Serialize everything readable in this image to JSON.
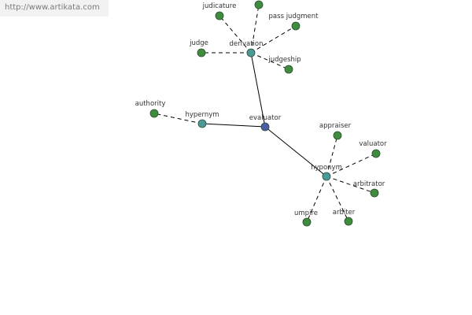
{
  "header": {
    "url": "http://www.artikata.com"
  },
  "colors": {
    "center_node": "#4a5fa8",
    "hub_node": "#4a9a9a",
    "leaf_node": "#3e8c3e",
    "edge": "#000000"
  },
  "graph": {
    "nodes": [
      {
        "id": "evaluator",
        "label": "evaluator",
        "kind": "center"
      },
      {
        "id": "derivation",
        "label": "derivation",
        "kind": "hub"
      },
      {
        "id": "hypernym",
        "label": "hypernym",
        "kind": "hub"
      },
      {
        "id": "hyponym",
        "label": "hyponym",
        "kind": "hub"
      },
      {
        "id": "judicature",
        "label": "judicature",
        "kind": "leaf"
      },
      {
        "id": "unlabeled-top",
        "label": "",
        "kind": "leaf"
      },
      {
        "id": "pass-judgment",
        "label": "pass judgment",
        "kind": "leaf"
      },
      {
        "id": "judge",
        "label": "judge",
        "kind": "leaf"
      },
      {
        "id": "judgeship",
        "label": "judgeship",
        "kind": "leaf"
      },
      {
        "id": "authority",
        "label": "authority",
        "kind": "leaf"
      },
      {
        "id": "appraiser",
        "label": "appraiser",
        "kind": "leaf"
      },
      {
        "id": "valuator",
        "label": "valuator",
        "kind": "leaf"
      },
      {
        "id": "arbitrator",
        "label": "arbitrator",
        "kind": "leaf"
      },
      {
        "id": "arbiter",
        "label": "arbiter",
        "kind": "leaf"
      },
      {
        "id": "umpire",
        "label": "umpire",
        "kind": "leaf"
      }
    ],
    "edges": [
      {
        "from": "evaluator",
        "to": "derivation",
        "style": "solid"
      },
      {
        "from": "evaluator",
        "to": "hypernym",
        "style": "solid"
      },
      {
        "from": "evaluator",
        "to": "hyponym",
        "style": "solid"
      },
      {
        "from": "derivation",
        "to": "judicature",
        "style": "dashed"
      },
      {
        "from": "derivation",
        "to": "unlabeled-top",
        "style": "dashed"
      },
      {
        "from": "derivation",
        "to": "pass-judgment",
        "style": "dashed"
      },
      {
        "from": "derivation",
        "to": "judge",
        "style": "dashed"
      },
      {
        "from": "derivation",
        "to": "judgeship",
        "style": "dashed"
      },
      {
        "from": "hypernym",
        "to": "authority",
        "style": "dashed"
      },
      {
        "from": "hyponym",
        "to": "appraiser",
        "style": "dashed"
      },
      {
        "from": "hyponym",
        "to": "valuator",
        "style": "dashed"
      },
      {
        "from": "hyponym",
        "to": "arbitrator",
        "style": "dashed"
      },
      {
        "from": "hyponym",
        "to": "arbiter",
        "style": "dashed"
      },
      {
        "from": "hyponym",
        "to": "umpire",
        "style": "dashed"
      }
    ]
  }
}
